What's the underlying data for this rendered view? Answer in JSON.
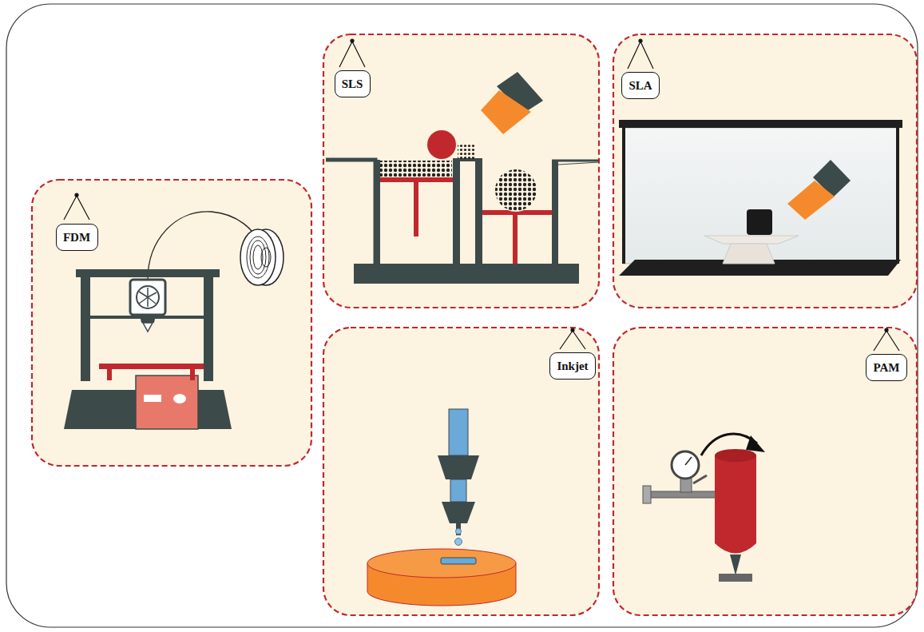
{
  "diagram": {
    "nodes": [
      {
        "text": [
          "FDM"
        ]
      },
      {
        "text": [
          "SLS"
        ]
      },
      {
        "text": [
          "SLA"
        ]
      },
      {
        "text": [
          "Inkjet"
        ]
      },
      {
        "text": [
          "PAM"
        ]
      }
    ]
  }
}
